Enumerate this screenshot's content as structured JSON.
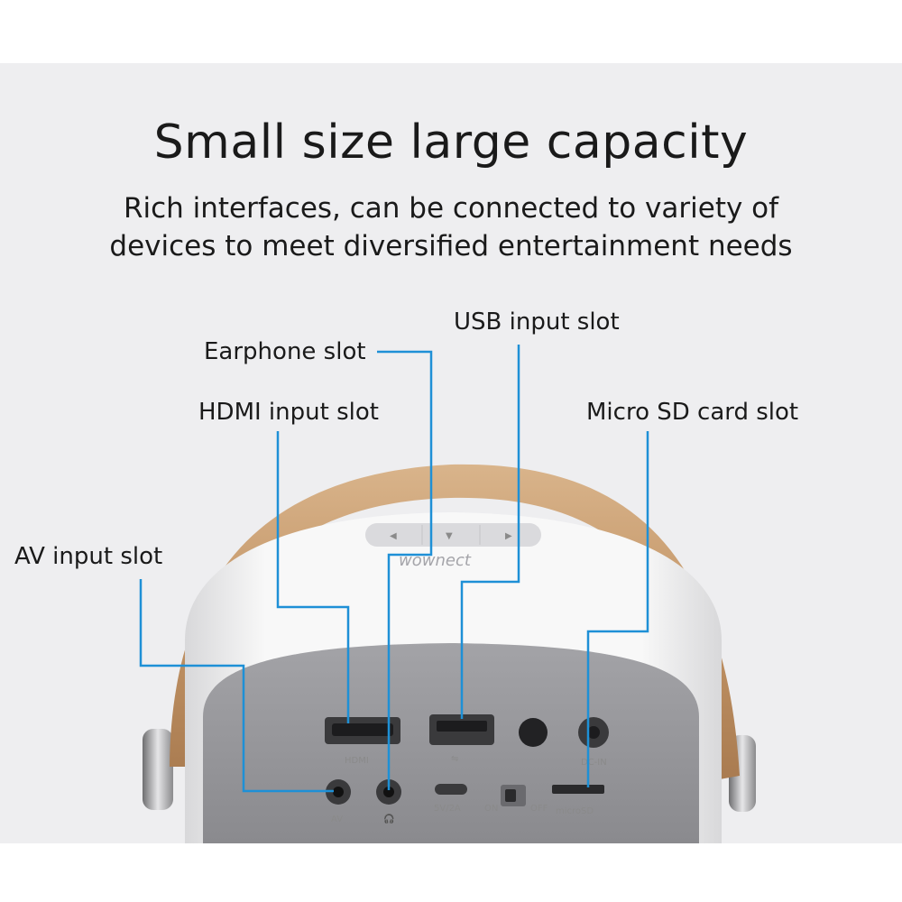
{
  "headline": {
    "title": "Small size  large capacity",
    "subtitle_line1": "Rich interfaces, can be connected to variety of",
    "subtitle_line2": "devices to meet diversified entertainment needs"
  },
  "callouts": {
    "usb": "USB input slot",
    "earphone": "Earphone slot",
    "hdmi": "HDMI input slot",
    "micro_sd": "Micro SD card slot",
    "av": "AV input slot"
  },
  "device": {
    "brand": "wownect",
    "port_hdmi": "HDMI",
    "port_av": "AV",
    "port_power": "5V/2A",
    "switch_on": "ON",
    "switch_off": "OFF",
    "port_microsd": "microSD",
    "port_dcin": "DC-IN"
  },
  "colors": {
    "callout_line": "#1e90d6",
    "handle": "#c49a6c",
    "body": "#f7f7f7",
    "panel": "#8e8e92"
  }
}
